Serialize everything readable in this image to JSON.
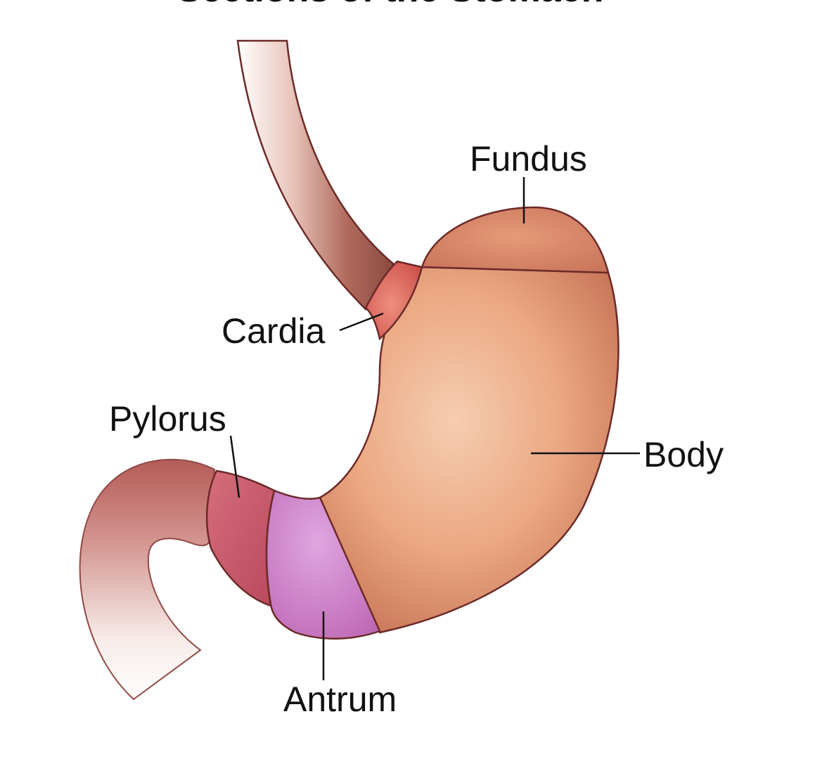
{
  "title": "Sections of the Stomach",
  "labels": {
    "fundus": "Fundus",
    "cardia": "Cardia",
    "pylorus": "Pylorus",
    "body": "Body",
    "antrum": "Antrum"
  },
  "colors": {
    "stomach_body": "#e9a37f",
    "fundus": "#d9876a",
    "cardia": "#d9625a",
    "pylorus": "#c95a68",
    "antrum": "#c77ac0",
    "esophagus": "#b46a5c",
    "duodenum": "#b85f5a",
    "outline": "#6b2a28"
  }
}
